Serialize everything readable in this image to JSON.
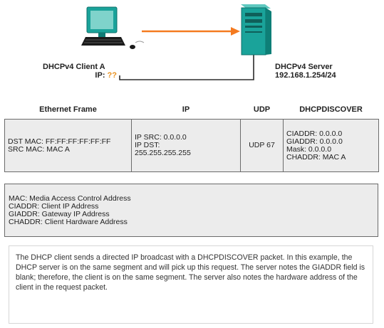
{
  "diagram": {
    "client_label": "DHCPv4 Client A",
    "client_ip_prefix": "IP: ",
    "client_ip_value": "??",
    "server_label": "DHCPv4 Server",
    "server_ip": "192.168.1.254/24",
    "colors": {
      "arrow": "#f47a20",
      "ip_unknown": "#e8901c",
      "device_teal": "#1aa39a",
      "table_fill": "#ececec"
    },
    "icons": [
      "pc-icon",
      "server-icon",
      "arrow-icon"
    ]
  },
  "frame": {
    "headers": [
      "Ethernet Frame",
      "IP",
      "UDP",
      "DHCPDISCOVER"
    ],
    "ethernet": [
      "DST MAC: FF:FF:FF:FF:FF:FF",
      "SRC MAC: MAC A"
    ],
    "ip": [
      "IP SRC: 0.0.0.0",
      "IP DST:",
      "255.255.255.255"
    ],
    "udp": [
      "UDP 67"
    ],
    "dhcp": [
      "CIADDR: 0.0.0.0",
      "GIADDR: 0.0.0.0",
      "Mask: 0.0.0.0",
      "CHADDR: MAC A"
    ]
  },
  "legend": [
    "MAC: Media Access Control Address",
    "CIADDR: Client IP Address",
    "GIADDR: Gateway IP Address",
    "CHADDR: Client Hardware Address"
  ],
  "description": "The DHCP client sends a directed IP broadcast with a DHCPDISCOVER packet. In this example, the DHCP server is on the same segment and will pick up this request. The server notes the GIADDR field is blank; therefore, the client is on the same segment. The server also notes the hardware address of the client in the request packet."
}
